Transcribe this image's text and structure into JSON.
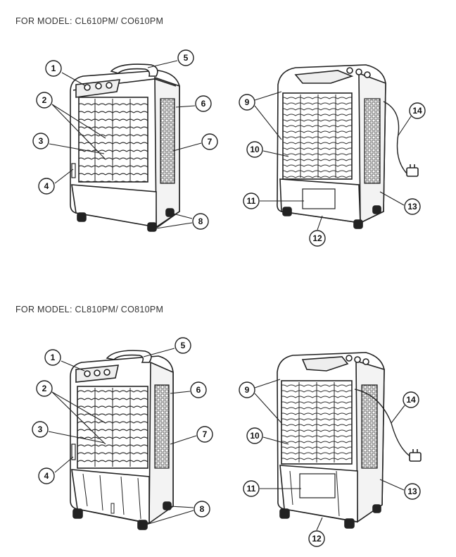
{
  "sections": [
    {
      "heading": "FOR MODEL: CL610PM/ CO610PM",
      "callouts": [
        "1",
        "2",
        "3",
        "4",
        "5",
        "6",
        "7",
        "8",
        "9",
        "10",
        "11",
        "12",
        "13",
        "14"
      ]
    },
    {
      "heading": "FOR MODEL: CL810PM/ CO810PM",
      "callouts": [
        "1",
        "2",
        "3",
        "4",
        "5",
        "6",
        "7",
        "8",
        "9",
        "10",
        "11",
        "12",
        "13",
        "14"
      ]
    }
  ]
}
